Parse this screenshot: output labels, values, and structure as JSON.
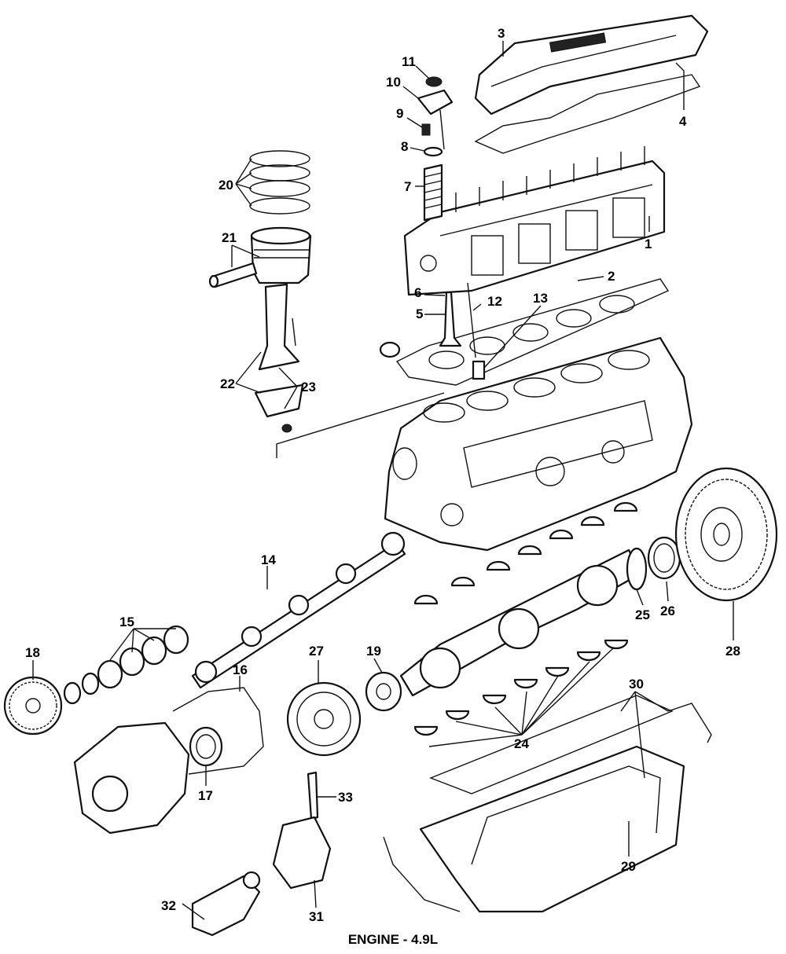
{
  "caption": "ENGINE - 4.9L",
  "callouts": {
    "c1": "1",
    "c2": "2",
    "c3": "3",
    "c4": "4",
    "c5": "5",
    "c6": "6",
    "c7": "7",
    "c8": "8",
    "c9": "9",
    "c10": "10",
    "c11": "11",
    "c12": "12",
    "c13": "13",
    "c14": "14",
    "c15": "15",
    "c16": "16",
    "c17": "17",
    "c18": "18",
    "c19": "19",
    "c20": "20",
    "c21": "21",
    "c22": "22",
    "c23": "23",
    "c24": "24",
    "c25": "25",
    "c26": "26",
    "c27": "27",
    "c28": "28",
    "c29": "29",
    "c30": "30",
    "c31": "31",
    "c32": "32",
    "c33": "33"
  }
}
